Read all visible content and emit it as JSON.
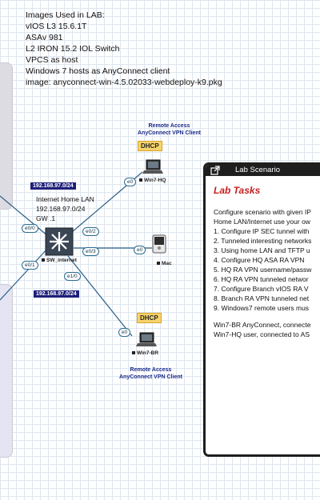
{
  "images_note": {
    "lines": [
      "Images Used in LAB:",
      "vIOS L3 15.6.1T",
      "ASAv 981",
      "L2 IRON 15.2 IOL Switch",
      "VPCS as host",
      "Windows 7 hosts as AnyConnect client",
      "image: anyconnect-win-4.5.02033-webdeploy-k9.pkg"
    ]
  },
  "topology": {
    "network_ip_top": "192.168.97.0/24",
    "network_ip_bottom": "192.168.97.0/24",
    "lan_note": [
      "Internet Home LAN",
      "192.168.97.0/24",
      "GW .1"
    ],
    "switch_label": "SW_internet",
    "interfaces": {
      "sw_left_top": "e0/0",
      "sw_left_bottom": "e0/1",
      "sw_top": "e0/2",
      "sw_right": "e0/3",
      "sw_bottom": "e1/0",
      "win7hq": "e0",
      "mac": "e0",
      "win7br": "e0"
    },
    "hosts": {
      "win7hq": "Win7-HQ",
      "mac": "Mac",
      "win7br": "Win7-BR"
    },
    "dhcp_top": "DHCP",
    "dhcp_bottom": "DHCP",
    "vpn_top": [
      "Remote Access",
      "AnyConnect VPN Client"
    ],
    "vpn_bottom": [
      "Remote Access",
      "AnyConnect VPN Client"
    ]
  },
  "lab_panel": {
    "title": "Lab Scenario",
    "heading": "Lab Tasks",
    "intro": [
      "Configure scenario with given IP",
      "Home LAN/Internet use your ow"
    ],
    "tasks": [
      "1. Configure IP SEC tunnel with",
      "2. Tunneled interesting networks",
      "3. Using home LAN and TFTP u",
      "4. Configure HQ ASA RA VPN",
      "5. HQ RA VPN username/passw",
      "6. HQ RA VPN tunneled networ",
      "7. Configure Branch vIOS RA V",
      "8. Branch RA VPN tunneled net",
      "9. Windows7 remote users mus"
    ],
    "summary": [
      "Win7-BR AnyConnect, connecte",
      "Win7-HQ user, connected to AS"
    ]
  },
  "colors": {
    "link": "#2b5f86",
    "ip_label_bg": "#1f1f7a",
    "vpn_text": "#1a2a8a",
    "dhcp_bg": "#f7d36b",
    "lab_heading": "#c41e1e",
    "panel_border": "#1e1e1e"
  }
}
